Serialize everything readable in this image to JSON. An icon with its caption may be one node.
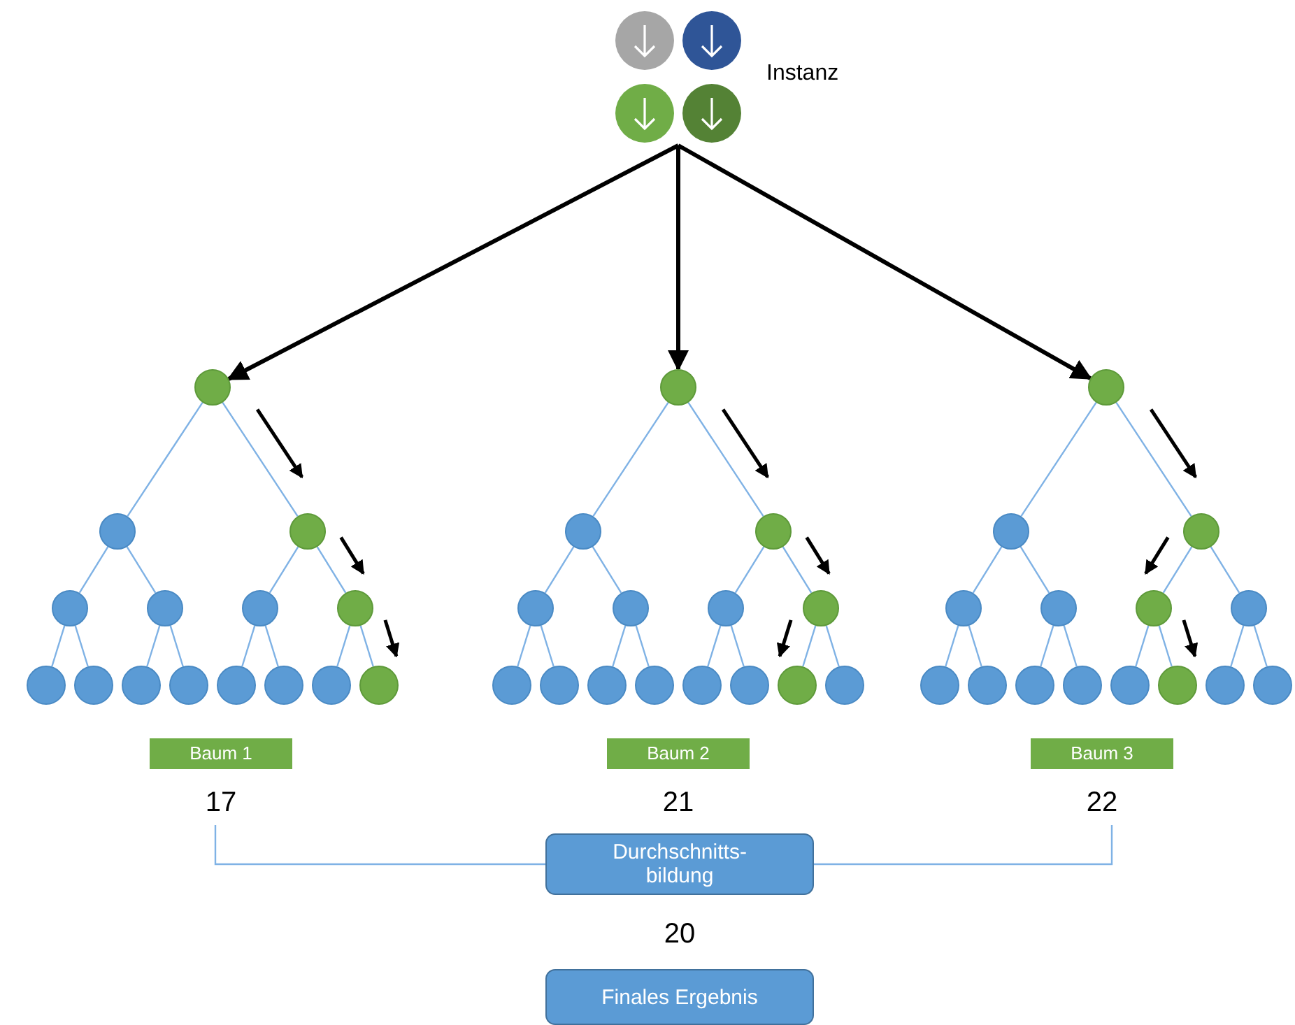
{
  "diagram": {
    "nodes": [
      {
        "text": [],
        "shape": "picture",
        "beside": [
          "Instanz"
        ]
      },
      {
        "text": [],
        "shape": "circle"
      },
      {
        "text": [],
        "shape": "circle"
      },
      {
        "text": [],
        "shape": "circle"
      },
      {
        "text": [],
        "shape": "circle"
      },
      {
        "text": [],
        "shape": "circle"
      },
      {
        "text": [],
        "shape": "circle"
      },
      {
        "text": [],
        "shape": "circle"
      },
      {
        "text": [],
        "shape": "circle"
      },
      {
        "text": [],
        "shape": "circle"
      },
      {
        "text": [],
        "shape": "circle"
      },
      {
        "text": [],
        "shape": "circle"
      },
      {
        "text": [],
        "shape": "circle"
      },
      {
        "text": [],
        "shape": "circle"
      },
      {
        "text": [],
        "shape": "circle"
      },
      {
        "text": [],
        "shape": "circle"
      },
      {
        "text": [],
        "shape": "circle"
      },
      {
        "text": [],
        "shape": "circle"
      },
      {
        "text": [],
        "shape": "circle"
      },
      {
        "text": [],
        "shape": "circle"
      },
      {
        "text": [],
        "shape": "circle"
      },
      {
        "text": [],
        "shape": "circle"
      },
      {
        "text": [],
        "shape": "circle"
      },
      {
        "text": [],
        "shape": "circle"
      },
      {
        "text": [],
        "shape": "circle"
      },
      {
        "text": [],
        "shape": "circle"
      },
      {
        "text": [],
        "shape": "circle"
      },
      {
        "text": [],
        "shape": "circle"
      },
      {
        "text": [],
        "shape": "circle"
      },
      {
        "text": [],
        "shape": "circle"
      },
      {
        "text": [],
        "shape": "circle"
      },
      {
        "text": [],
        "shape": "circle"
      },
      {
        "text": [],
        "shape": "circle"
      },
      {
        "text": [],
        "shape": "circle"
      },
      {
        "text": [],
        "shape": "circle"
      },
      {
        "text": [],
        "shape": "circle"
      },
      {
        "text": [],
        "shape": "circle"
      },
      {
        "text": [],
        "shape": "circle"
      },
      {
        "text": [],
        "shape": "circle"
      },
      {
        "text": [],
        "shape": "circle"
      },
      {
        "text": [],
        "shape": "circle"
      },
      {
        "text": [],
        "shape": "circle"
      },
      {
        "text": [],
        "shape": "circle"
      },
      {
        "text": [],
        "shape": "circle"
      },
      {
        "text": [],
        "shape": "circle"
      },
      {
        "text": [],
        "shape": "circle"
      },
      {
        "text": [
          "Baum 1"
        ],
        "beside": [
          "17"
        ]
      },
      {
        "text": [
          "Baum 2"
        ],
        "beside": [
          "21"
        ]
      },
      {
        "text": [
          "Baum 3"
        ],
        "beside": [
          "22"
        ]
      },
      {
        "text": [
          "Durchschnitts- bildung"
        ],
        "beside": [
          "20"
        ]
      },
      {
        "text": [
          "Finales Ergebnis"
        ]
      }
    ],
    "edges": [
      {
        "from": 0,
        "to": 1,
        "arrow": "to",
        "style": "thick",
        "color": "#000000"
      },
      {
        "from": 0,
        "to": 16,
        "arrow": "to",
        "style": "thick",
        "color": "#000000"
      },
      {
        "from": 0,
        "to": 31,
        "arrow": "to",
        "style": "thick",
        "color": "#000000"
      },
      {
        "from": 1,
        "to": 2,
        "arrow": "none"
      },
      {
        "from": 1,
        "to": 3,
        "arrow": "none"
      },
      {
        "from": 2,
        "to": 4,
        "arrow": "none"
      },
      {
        "from": 2,
        "to": 5,
        "arrow": "none"
      },
      {
        "from": 3,
        "to": 6,
        "arrow": "none"
      },
      {
        "from": 3,
        "to": 7,
        "arrow": "none"
      },
      {
        "from": 4,
        "to": 8,
        "arrow": "none"
      },
      {
        "from": 4,
        "to": 9,
        "arrow": "none"
      },
      {
        "from": 5,
        "to": 10,
        "arrow": "none"
      },
      {
        "from": 5,
        "to": 11,
        "arrow": "none"
      },
      {
        "from": 6,
        "to": 12,
        "arrow": "none"
      },
      {
        "from": 6,
        "to": 13,
        "arrow": "none"
      },
      {
        "from": 7,
        "to": 14,
        "arrow": "none"
      },
      {
        "from": 7,
        "to": 15,
        "arrow": "none"
      },
      {
        "from": 16,
        "to": 17,
        "arrow": "none"
      },
      {
        "from": 16,
        "to": 18,
        "arrow": "none"
      },
      {
        "from": 17,
        "to": 19,
        "arrow": "none"
      },
      {
        "from": 17,
        "to": 20,
        "arrow": "none"
      },
      {
        "from": 18,
        "to": 21,
        "arrow": "none"
      },
      {
        "from": 18,
        "to": 22,
        "arrow": "none"
      },
      {
        "from": 19,
        "to": 23,
        "arrow": "none"
      },
      {
        "from": 19,
        "to": 24,
        "arrow": "none"
      },
      {
        "from": 20,
        "to": 25,
        "arrow": "none"
      },
      {
        "from": 20,
        "to": 26,
        "arrow": "none"
      },
      {
        "from": 21,
        "to": 27,
        "arrow": "none"
      },
      {
        "from": 21,
        "to": 28,
        "arrow": "none"
      },
      {
        "from": 22,
        "to": 29,
        "arrow": "none"
      },
      {
        "from": 22,
        "to": 30,
        "arrow": "none"
      },
      {
        "from": 31,
        "to": 32,
        "arrow": "none"
      },
      {
        "from": 31,
        "to": 33,
        "arrow": "none"
      },
      {
        "from": 32,
        "to": 34,
        "arrow": "none"
      },
      {
        "from": 32,
        "to": 35,
        "arrow": "none"
      },
      {
        "from": 33,
        "to": 36,
        "arrow": "none"
      },
      {
        "from": 33,
        "to": 37,
        "arrow": "none"
      },
      {
        "from": 34,
        "to": 38,
        "arrow": "none"
      },
      {
        "from": 34,
        "to": 39,
        "arrow": "none"
      },
      {
        "from": 35,
        "to": 40,
        "arrow": "none"
      },
      {
        "from": 35,
        "to": 41,
        "arrow": "none"
      },
      {
        "from": 36,
        "to": 42,
        "arrow": "none"
      },
      {
        "from": 36,
        "to": 43,
        "arrow": "none"
      },
      {
        "from": 37,
        "to": 44,
        "arrow": "none"
      },
      {
        "from": 37,
        "to": 45,
        "arrow": "none"
      },
      {
        "from": 46,
        "to": 49,
        "arrow": "none"
      },
      {
        "from": 48,
        "to": 49,
        "arrow": "none"
      }
    ]
  }
}
